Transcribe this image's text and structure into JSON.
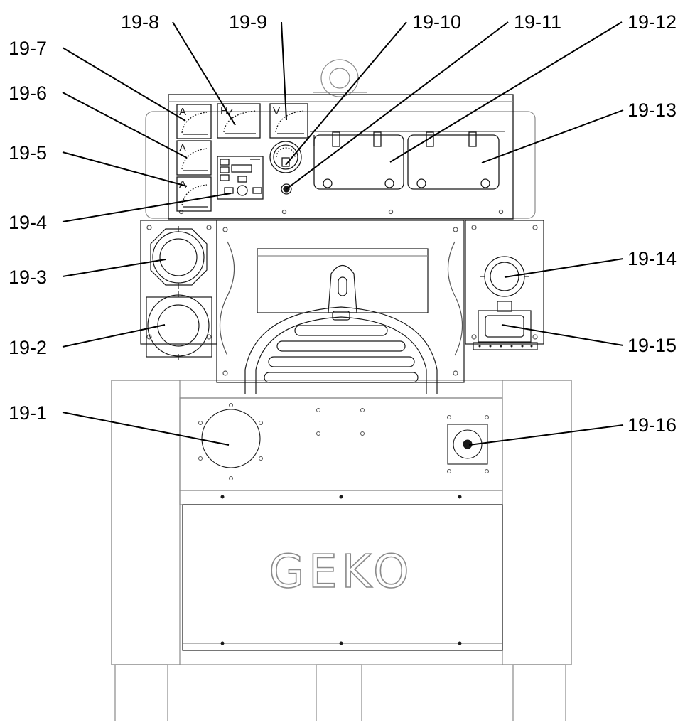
{
  "diagram": {
    "logo": "GEKO",
    "gauges": [
      {
        "id": "19-7",
        "letter": "A"
      },
      {
        "id": "19-6",
        "letter": "A"
      },
      {
        "id": "19-5",
        "letter": "A"
      },
      {
        "id": "19-8",
        "letter": "Hz"
      },
      {
        "id": "19-9",
        "letter": "V"
      }
    ],
    "callouts": [
      {
        "label": "19-1"
      },
      {
        "label": "19-2"
      },
      {
        "label": "19-3"
      },
      {
        "label": "19-4"
      },
      {
        "label": "19-5"
      },
      {
        "label": "19-6"
      },
      {
        "label": "19-7"
      },
      {
        "label": "19-8"
      },
      {
        "label": "19-9"
      },
      {
        "label": "19-10"
      },
      {
        "label": "19-11"
      },
      {
        "label": "19-12"
      },
      {
        "label": "19-13"
      },
      {
        "label": "19-14"
      },
      {
        "label": "19-15"
      },
      {
        "label": "19-16"
      }
    ]
  },
  "colors": {
    "line": "#1a1a1a",
    "light_line": "#8a8a8a",
    "background": "#ffffff"
  }
}
